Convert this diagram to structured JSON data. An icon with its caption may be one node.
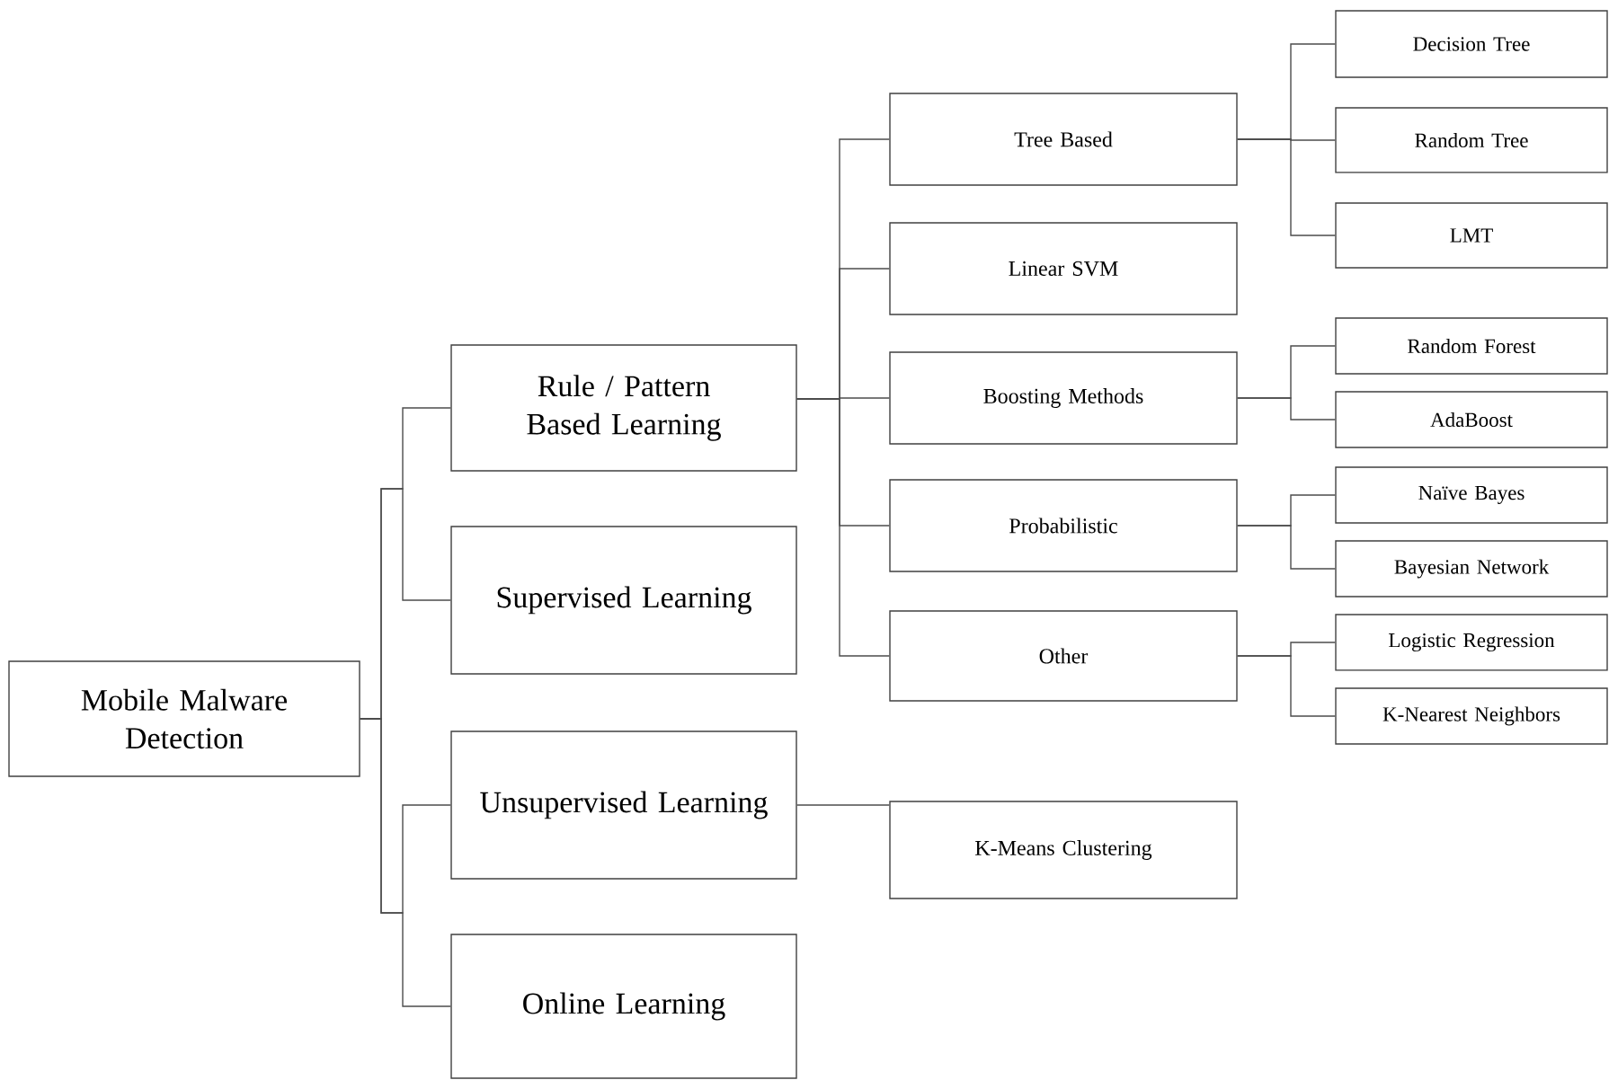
{
  "diagram": {
    "nodes": [
      {
        "text": [
          "Mobile Malware Detection"
        ]
      },
      {
        "text": [
          "Rule / Pattern Based Learning"
        ]
      },
      {
        "text": [
          "Supervised Learning"
        ]
      },
      {
        "text": [
          "Unsupervised Learning"
        ]
      },
      {
        "text": [
          "Online Learning"
        ]
      },
      {
        "text": [
          "Tree Based"
        ]
      },
      {
        "text": [
          "Decision Tree"
        ]
      },
      {
        "text": [
          "Random Tree"
        ]
      },
      {
        "text": [
          "LMT"
        ]
      },
      {
        "text": [
          "Linear SVM"
        ]
      },
      {
        "text": [
          "Boosting Methods"
        ]
      },
      {
        "text": [
          "Random Forest"
        ]
      },
      {
        "text": [
          "AdaBoost"
        ]
      },
      {
        "text": [
          "Probabilistic"
        ]
      },
      {
        "text": [
          "Naïve Bayes"
        ]
      },
      {
        "text": [
          "Bayesian Network"
        ]
      },
      {
        "text": [
          "Other"
        ]
      },
      {
        "text": [
          "Logistic Regression"
        ]
      },
      {
        "text": [
          "K-Nearest Neighbors"
        ]
      },
      {
        "text": [
          "K-Means Clustering"
        ]
      }
    ],
    "edges": [
      {
        "from": 0,
        "to": 1,
        "arrow": "none"
      },
      {
        "from": 0,
        "to": 2,
        "arrow": "none"
      },
      {
        "from": 0,
        "to": 3,
        "arrow": "none"
      },
      {
        "from": 0,
        "to": 4,
        "arrow": "none"
      },
      {
        "from": 1,
        "to": 5,
        "arrow": "none"
      },
      {
        "from": 1,
        "to": 9,
        "arrow": "none"
      },
      {
        "from": 1,
        "to": 10,
        "arrow": "none"
      },
      {
        "from": 1,
        "to": 13,
        "arrow": "none"
      },
      {
        "from": 1,
        "to": 16,
        "arrow": "none"
      },
      {
        "from": 5,
        "to": 6,
        "arrow": "none"
      },
      {
        "from": 5,
        "to": 7,
        "arrow": "none"
      },
      {
        "from": 5,
        "to": 8,
        "arrow": "none"
      },
      {
        "from": 10,
        "to": 11,
        "arrow": "none"
      },
      {
        "from": 10,
        "to": 12,
        "arrow": "none"
      },
      {
        "from": 13,
        "to": 14,
        "arrow": "none"
      },
      {
        "from": 13,
        "to": 15,
        "arrow": "none"
      },
      {
        "from": 16,
        "to": 17,
        "arrow": "none"
      },
      {
        "from": 16,
        "to": 18,
        "arrow": "none"
      },
      {
        "from": 3,
        "to": 19,
        "arrow": "none"
      }
    ]
  }
}
